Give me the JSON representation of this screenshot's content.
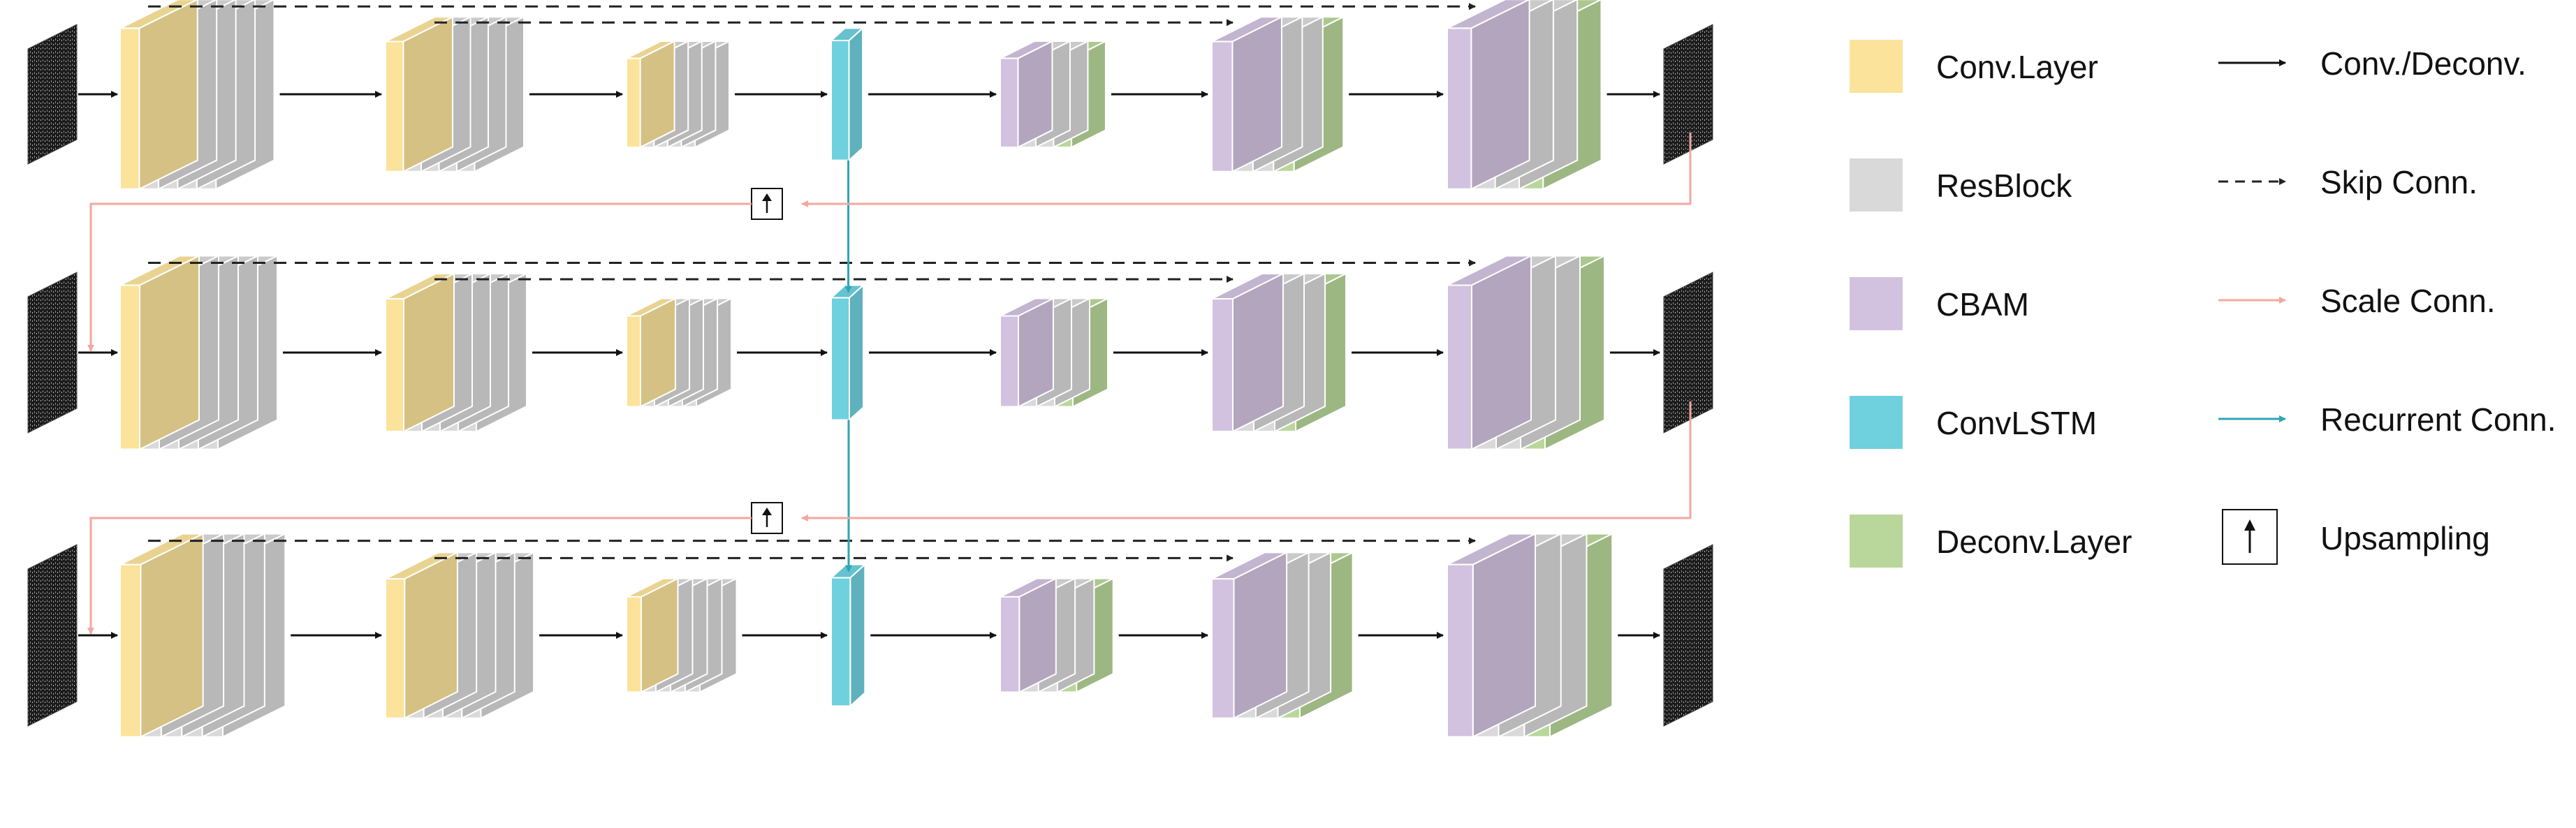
{
  "colors": {
    "conv_layer": "#FBE39B",
    "resblock": "#D9D9D9",
    "cbam": "#D2C2DF",
    "convlstm": "#6FD0DE",
    "deconv_layer": "#B9D79A",
    "conv_arrow": "#111111",
    "skip_arrow": "#222222",
    "scale_arrow": "#F4A7A0",
    "recurrent_arrow": "#2EA5B6"
  },
  "legend": {
    "blocks": [
      {
        "label": "Conv.Layer",
        "color_key": "conv_layer"
      },
      {
        "label": "ResBlock",
        "color_key": "resblock"
      },
      {
        "label": "CBAM",
        "color_key": "cbam"
      },
      {
        "label": "ConvLSTM",
        "color_key": "convlstm"
      },
      {
        "label": "Deconv.Layer",
        "color_key": "deconv_layer"
      }
    ],
    "connections": [
      {
        "label": "Conv./Deconv.",
        "kind": "conv"
      },
      {
        "label": "Skip Conn.",
        "kind": "skip"
      },
      {
        "label": "Scale Conn.",
        "kind": "scale"
      },
      {
        "label": "Recurrent Conn.",
        "kind": "recurrent"
      },
      {
        "label": "Upsampling",
        "kind": "upsample"
      }
    ]
  },
  "network": {
    "scales": 3,
    "blocks": [
      {
        "id": "enc1",
        "layers": [
          "conv_layer",
          "resblock",
          "resblock",
          "resblock",
          "resblock"
        ]
      },
      {
        "id": "enc2",
        "layers": [
          "conv_layer",
          "resblock",
          "resblock",
          "resblock",
          "resblock"
        ]
      },
      {
        "id": "enc3",
        "layers": [
          "conv_layer",
          "resblock",
          "resblock",
          "resblock",
          "resblock"
        ]
      },
      {
        "id": "lstm",
        "layers": [
          "convlstm"
        ]
      },
      {
        "id": "dec3",
        "layers": [
          "cbam",
          "resblock",
          "resblock",
          "deconv_layer"
        ]
      },
      {
        "id": "dec2",
        "layers": [
          "cbam",
          "resblock",
          "resblock",
          "deconv_layer"
        ]
      },
      {
        "id": "dec1",
        "layers": [
          "cbam",
          "resblock",
          "resblock",
          "deconv_layer"
        ]
      }
    ],
    "skip_connections": [
      [
        "enc1",
        "dec1"
      ],
      [
        "enc2",
        "dec2"
      ]
    ]
  }
}
